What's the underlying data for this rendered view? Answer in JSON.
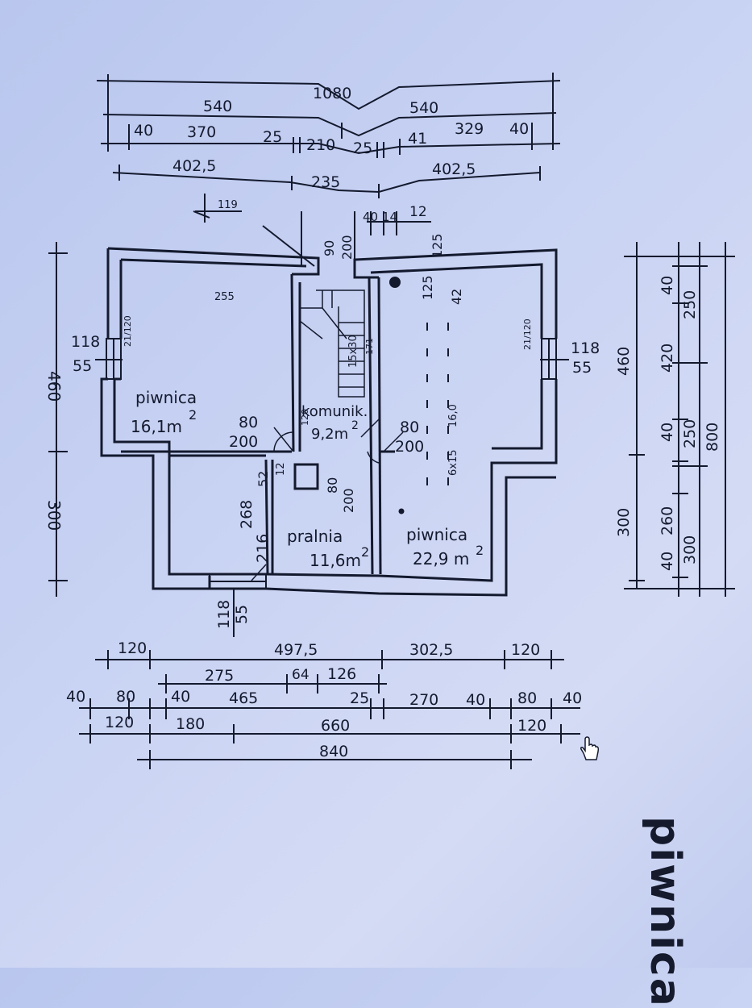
{
  "sheet": {
    "title": "piwnica"
  },
  "rooms": [
    {
      "name": "piwnica",
      "area": "16,1m",
      "sup": "2"
    },
    {
      "name": "komunik.",
      "area": "9,2m",
      "sup": "2"
    },
    {
      "name": "pralnia",
      "area": "11,6m",
      "sup": "2"
    },
    {
      "name": "piwnica",
      "area": "22,9 m",
      "sup": "2"
    }
  ],
  "dimensions": {
    "top_total": "1080",
    "top_half_left": "540",
    "top_half_right": "540",
    "top_row3": [
      "40",
      "370",
      "25",
      "210",
      "25",
      "41",
      "329",
      "40"
    ],
    "top_row4": [
      "402,5",
      "235",
      "402,5"
    ],
    "top_small": [
      "119",
      "40",
      "14",
      "12"
    ],
    "interior": [
      "255",
      "90",
      "200",
      "125",
      "125",
      "42",
      "15x30",
      "171",
      "80",
      "200",
      "80",
      "200",
      "52",
      "12",
      "80",
      "200",
      "268",
      "216",
      "6x15",
      "16,0",
      "120"
    ],
    "window_left": [
      "118",
      "55"
    ],
    "window_right": [
      "118",
      "55"
    ],
    "window_bottom": [
      "118",
      "55"
    ],
    "window_left_tag": "21/120",
    "window_right_tag": "21/120",
    "left_vertical": [
      "460",
      "300"
    ],
    "right_vertical_1": [
      "460",
      "300"
    ],
    "right_vertical_2": [
      "40",
      "420",
      "40",
      "260",
      "40"
    ],
    "right_vertical_3": [
      "250",
      "250",
      "300"
    ],
    "right_vertical_total": "800",
    "bottom_row1": [
      "120",
      "497,5",
      "302,5",
      "120"
    ],
    "bottom_row2": [
      "275",
      "64",
      "126"
    ],
    "bottom_row3": [
      "40",
      "80",
      "40",
      "465",
      "25",
      "270",
      "40",
      "80",
      "40"
    ],
    "bottom_row4": [
      "120",
      "180",
      "660",
      "120"
    ],
    "bottom_total": "840"
  },
  "colors": {
    "ink": "#141a2e",
    "paper": "#c9d3f3"
  }
}
